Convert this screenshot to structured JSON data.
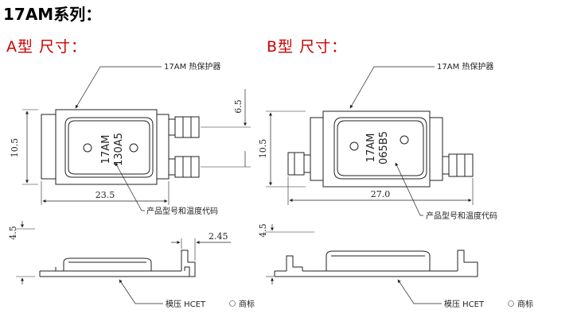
{
  "title": "17AM系列：",
  "variant_a": {
    "label": "A型 尺寸：",
    "marking_line1": "17AM",
    "marking_line2": "130A5",
    "dim_length": "23.5",
    "dim_width": "10.5",
    "dim_terminal": "6.5",
    "dim_height": "4.5",
    "dim_offset": "2.45"
  },
  "variant_b": {
    "label": "B型 尺寸：",
    "marking_line1": "17AM",
    "marking_line2": "065B5",
    "dim_length": "27.0",
    "dim_width": "10.5",
    "dim_height": "4.5"
  },
  "callouts": {
    "protector": "17AM 热保护器",
    "model_code": "产品型号和温度代码",
    "mold": "模压 HCET",
    "trademark": "商标"
  },
  "colors": {
    "heading": "#000000",
    "variant_label": "#cc0000",
    "line": "#222222"
  }
}
